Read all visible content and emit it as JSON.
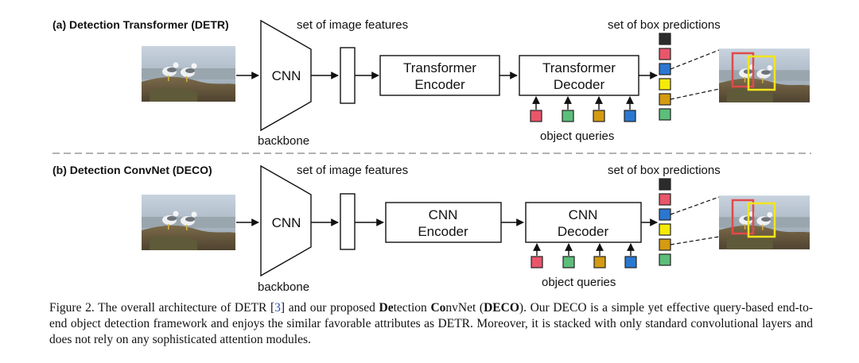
{
  "colors": {
    "black": "#2b2b2b",
    "pink": "#e8566a",
    "blue": "#2b77d0",
    "yellow": "#f5ea0a",
    "gold": "#d49a12",
    "green": "#5cbe7a",
    "query_pink": "#e8566a",
    "query_green": "#5cbe7a",
    "query_gold": "#d49a12",
    "query_blue": "#2b77d0",
    "red_box": "#e04a4a",
    "yellow_box": "#f2e51c"
  },
  "panels": [
    {
      "title": "(a) Detection Transformer (DETR)",
      "features_label": "set of image features",
      "predictions_label": "set of box predictions",
      "backbone_label": "backbone",
      "cnn_label": "CNN",
      "encoder": [
        "Transformer",
        "Encoder"
      ],
      "decoder": [
        "Transformer",
        "Decoder"
      ],
      "queries_label": "object queries"
    },
    {
      "title": "(b) Detection ConvNet (DECO)",
      "features_label": "set of image features",
      "predictions_label": "set of box predictions",
      "backbone_label": "backbone",
      "cnn_label": "CNN",
      "encoder": [
        "CNN",
        "Encoder"
      ],
      "decoder": [
        "CNN",
        "Decoder"
      ],
      "queries_label": "object queries"
    }
  ],
  "caption": {
    "p1": "Figure 2.  The overall architecture of DETR [",
    "ref": "3",
    "p2": "] and our proposed ",
    "b1": "De",
    "p3": "tection ",
    "b2": "Co",
    "p4": "nvNet (",
    "b3": "DECO",
    "p5": "). Our DECO is a simple yet effective query-based end-to-end object detection framework and enjoys the similar favorable attributes as DETR. Moreover, it is stacked with only standard convolutional layers and does not rely on any sophisticated attention modules."
  }
}
